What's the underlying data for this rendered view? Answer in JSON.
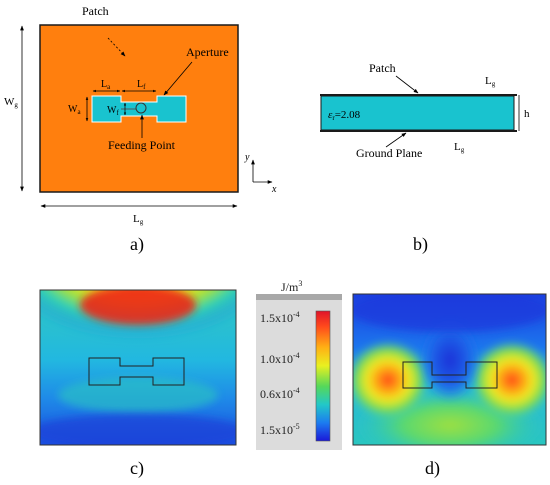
{
  "colors": {
    "patch": "#ff7f0e",
    "aperture": "#19c3cf",
    "substrate": "#19c3cf",
    "outline": "#1a1a1a"
  },
  "panel_a": {
    "caption": "a)",
    "labels": {
      "patch": "Patch",
      "aperture": "Aperture",
      "feeding_point": "Feeding Point",
      "wg": "W",
      "wg_sub": "g",
      "lg": "L",
      "lg_sub": "g",
      "la": "L",
      "la_sub": "a",
      "lf": "L",
      "lf_sub": "f",
      "wa": "W",
      "wa_sub": "a",
      "wf": "W",
      "wf_sub": "f",
      "axis_y": "y",
      "axis_x": "x"
    }
  },
  "panel_b": {
    "caption": "b)",
    "labels": {
      "patch": "Patch",
      "ground_plane": "Ground Plane",
      "lg_top": "L",
      "lg_top_sub": "g",
      "lg_bottom": "L",
      "lg_bottom_sub": "g",
      "h": "h",
      "eps_sym": "ε",
      "eps_sub": "r",
      "eps_val": "=2.08"
    }
  },
  "panel_c": {
    "caption": "c)"
  },
  "panel_d": {
    "caption": "d)"
  },
  "colorbar": {
    "unit_base": "J/m",
    "unit_sup": "3",
    "ticks": [
      {
        "mant": "1.5x10",
        "exp": "-4"
      },
      {
        "mant": "1.0x10",
        "exp": "-4"
      },
      {
        "mant": "0.6x10",
        "exp": "-4"
      },
      {
        "mant": "1.5x10",
        "exp": "-5"
      }
    ]
  }
}
